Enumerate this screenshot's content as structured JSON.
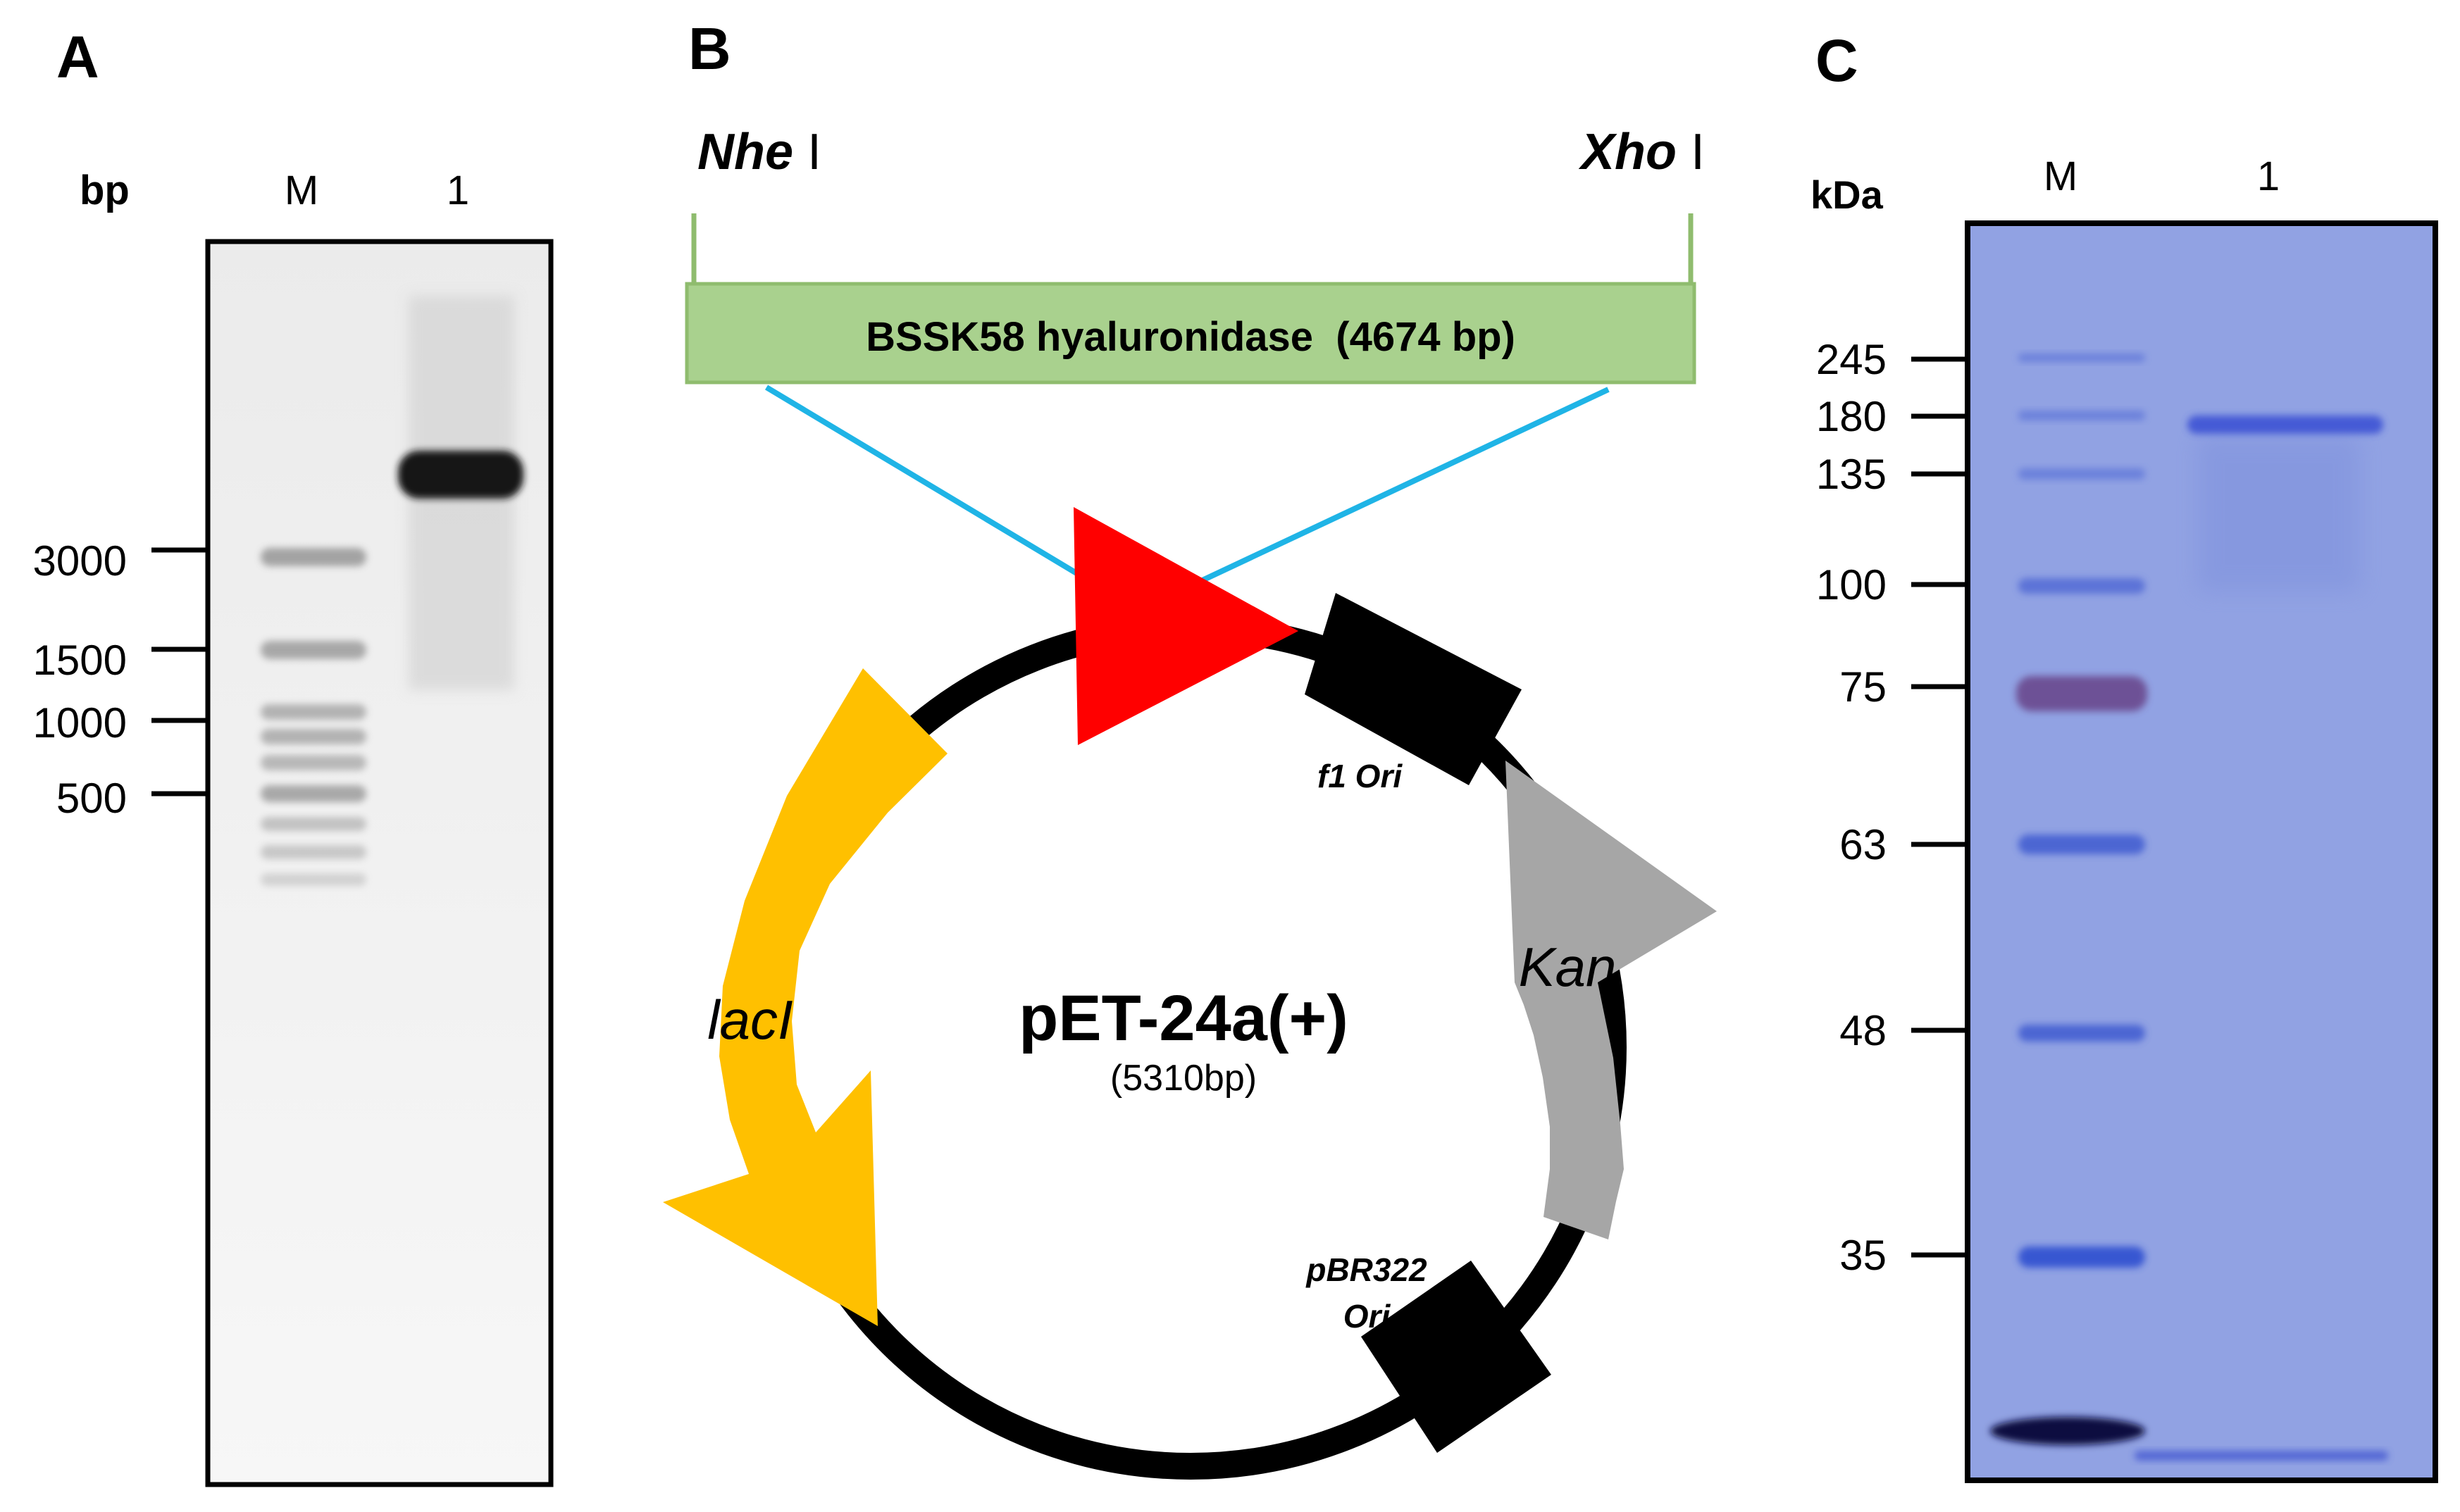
{
  "panel_a": {
    "letter": "A",
    "unit_label": "bp",
    "lanes": [
      {
        "label": "M"
      },
      {
        "label": "1"
      }
    ],
    "marker_sizes": [
      "3000",
      "1500",
      "1000",
      "500"
    ]
  },
  "panel_b": {
    "letter": "B",
    "site_left": {
      "name": "Nhe",
      "suffix": " I"
    },
    "site_right": {
      "name": "Xho",
      "suffix": " I"
    },
    "insert_label": "BSSK58 hyaluronidase  (4674 bp)",
    "plasmid_name": "pET-24a(+)",
    "plasmid_size": "(5310bp)",
    "features": {
      "f1_ori": "f1 Ori",
      "kan": "Kan",
      "laci": "lacI",
      "pbr322_line1": "pBR322",
      "pbr322_line2": "Ori"
    },
    "colors": {
      "insert_box": "#a9d18e",
      "insert_border": "#8fbc6e",
      "connector_lines": "#1fb4e6",
      "insert_arrow": "#ff0000",
      "laci_arrow": "#ffc000",
      "kan_arrow": "#a6a6a6",
      "backbone": "#000000"
    }
  },
  "panel_c": {
    "letter": "C",
    "unit_label": "kDa",
    "lanes": [
      {
        "label": "M"
      },
      {
        "label": "1"
      }
    ],
    "marker_sizes": [
      "245",
      "180",
      "135",
      "100",
      "75",
      "63",
      "48",
      "35"
    ],
    "gel_color": "#8c9fe0"
  }
}
